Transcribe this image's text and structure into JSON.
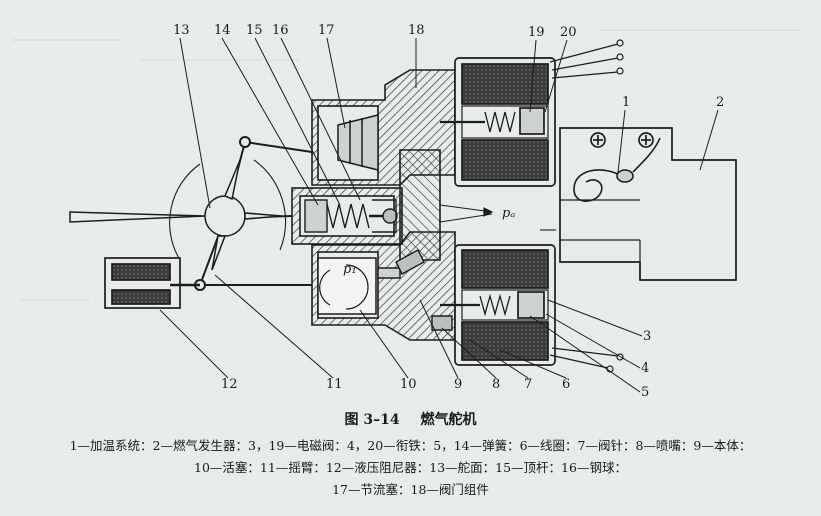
{
  "figure": {
    "number": "图 3–14",
    "title": "燃气舵机",
    "callouts": {
      "c1": "1",
      "c2": "2",
      "c3": "3",
      "c4": "4",
      "c5": "5",
      "c6": "6",
      "c7": "7",
      "c8": "8",
      "c9": "9",
      "c10": "10",
      "c11": "11",
      "c12": "12",
      "c13": "13",
      "c14": "14",
      "c15": "15",
      "c16": "16",
      "c17": "17",
      "c18": "18",
      "c19": "19",
      "c20": "20"
    },
    "pressure_labels": {
      "pa": "pₐ",
      "p1": "p₁"
    }
  },
  "legend": [
    "1—加温系统：2—燃气发生器：3，19—电磁阀：4，20—衔铁：5，14—弹簧：6—线圈：7—阀针：8—喷嘴：9—本体：",
    "10—活塞：11—摇臂：12—液压阻尼器：13—舵面：15—顶杆：16—钢球：",
    "17—节流塞：18—阀门组件"
  ],
  "colors": {
    "ink": "#1d1d1d",
    "paper": "#e9ebea",
    "hatch": "#3a3a3a",
    "fill": "#d9dbda"
  }
}
